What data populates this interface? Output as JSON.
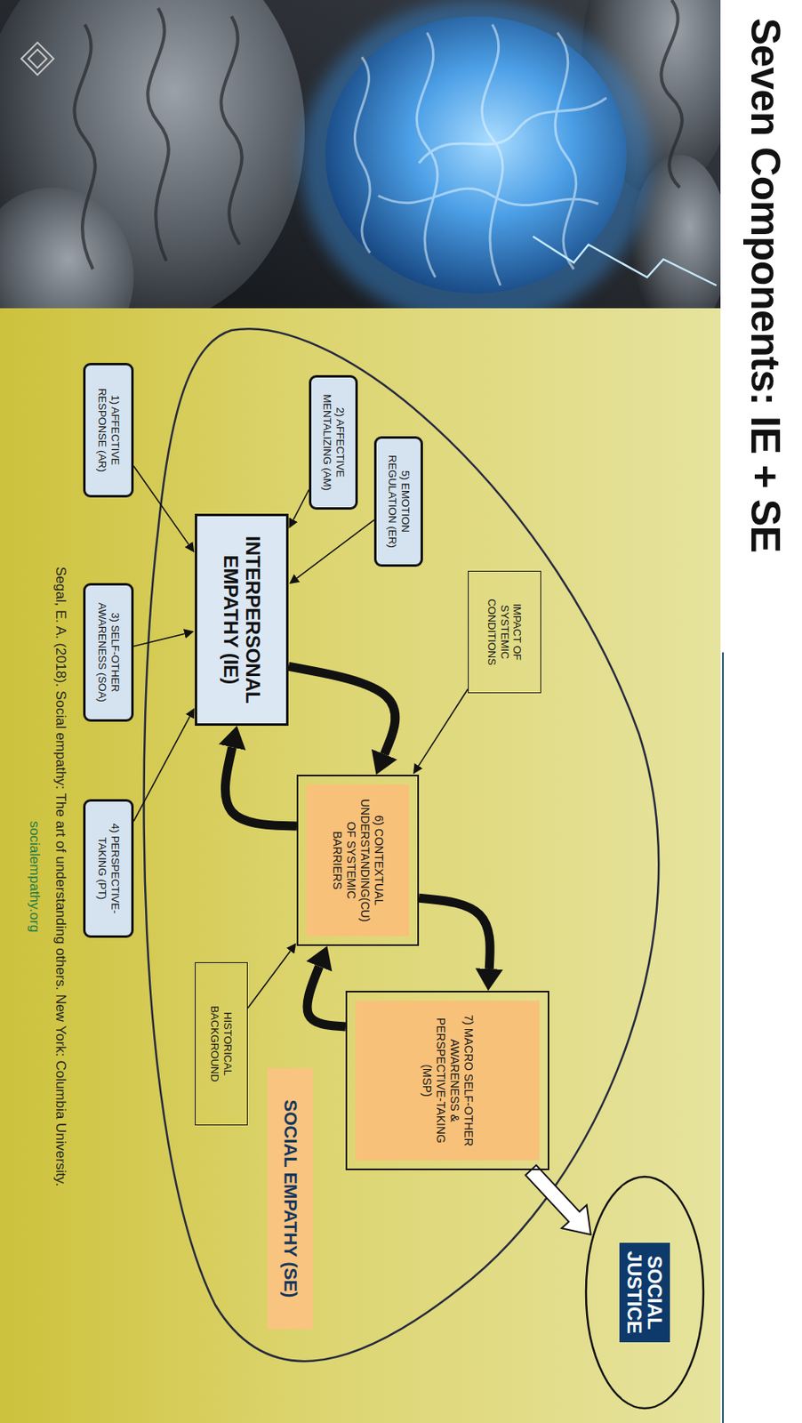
{
  "diagram": {
    "title": "Seven Components: IE + SE",
    "caption": "Segal, E. A. (2018). Social empathy: The art of understanding others. New York: Columbia University.",
    "nodes": [
      {
        "text": [
          "SOCIAL JUSTICE"
        ]
      },
      {
        "text": [
          "7) MACRO SELF-OTHER AWARENESS & PERSPECTIVE-TAKING (MSP)"
        ]
      },
      {
        "text": [
          "IMPACT OF SYSTEMIC CONDITIONS"
        ]
      },
      {
        "text": [
          "5) EMOTION REGULATION (ER)"
        ]
      },
      {
        "text": [
          "6) CONTEXTUAL UNDERSTANDING(CU) OF SYSTEMIC BARRIERS"
        ]
      },
      {
        "text": [
          "2) AFFECTIVE MENTALIZING (AM)"
        ]
      },
      {
        "text": [
          "SOCIAL EMPATHY (SE)"
        ]
      },
      {
        "text": [
          "INTERPERSONAL EMPATHY (IE)"
        ]
      },
      {
        "text": [
          "HISTORICAL BACKGROUND"
        ]
      },
      {
        "text": [
          "1) AFFECTIVE RESPONSE (AR)"
        ]
      },
      {
        "text": [
          "3) SELF-OTHER AWARENESS (SOA)"
        ]
      },
      {
        "text": [
          "4) PERSPECTIVE-TAKING (PT)"
        ]
      }
    ],
    "edges": [
      {
        "from": 7,
        "to": 4,
        "arrow": "to"
      },
      {
        "from": 4,
        "to": 7,
        "arrow": "to"
      },
      {
        "from": 4,
        "to": 1,
        "arrow": "to"
      },
      {
        "from": 1,
        "to": 4,
        "arrow": "to"
      },
      {
        "from": 5,
        "to": 7,
        "arrow": "to"
      },
      {
        "from": 3,
        "to": 7,
        "arrow": "to"
      },
      {
        "from": 9,
        "to": 7,
        "arrow": "to"
      },
      {
        "from": 10,
        "to": 7,
        "arrow": "to"
      },
      {
        "from": 11,
        "to": 7,
        "arrow": "to"
      },
      {
        "from": 2,
        "to": 4,
        "arrow": "to"
      },
      {
        "from": 8,
        "to": 4,
        "arrow": "to"
      },
      {
        "from": 1,
        "to": 0,
        "arrow": "to"
      }
    ],
    "labels": [
      "socialempathy.org"
    ]
  }
}
